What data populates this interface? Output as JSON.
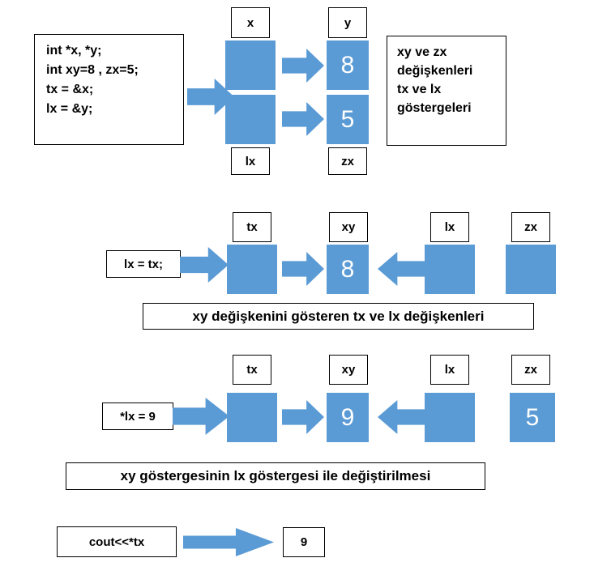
{
  "diagram": {
    "title": "C++ pointer (gösterge) illustration",
    "accent_color": "#5B9BD5",
    "outline_color": "#000000",
    "rows": {
      "row1": {
        "code": {
          "lines": [
            "int *x, *y;",
            "int xy=8 , zx=5;",
            "tx = &x;",
            "lx = &y;"
          ]
        },
        "labels_top": [
          "x",
          "y"
        ],
        "labels_bottom": [
          "lx",
          "zx"
        ],
        "cells": {
          "x": "",
          "y": "8",
          "lx": "",
          "zx": "5"
        },
        "note": {
          "lines": [
            "xy ve zx",
            "değişkenleri",
            "tx ve lx",
            "göstergeleri"
          ]
        }
      },
      "row2": {
        "statement": "lx = tx;",
        "labels": [
          "tx",
          "xy",
          "lx",
          "zx"
        ],
        "cells": {
          "tx": "",
          "xy": "8",
          "lx": "",
          "zx": ""
        },
        "caption": "xy değişkenini gösteren tx ve lx değişkenleri"
      },
      "row3": {
        "statement": "*lx = 9",
        "labels": [
          "tx",
          "xy",
          "lx",
          "zx"
        ],
        "cells": {
          "tx": "",
          "xy": "9",
          "lx": "",
          "zx": "5"
        },
        "caption": "xy göstergesinin lx göstergesi ile değiştirilmesi"
      },
      "row4": {
        "statement": "cout<<*tx",
        "result": "9"
      }
    }
  }
}
